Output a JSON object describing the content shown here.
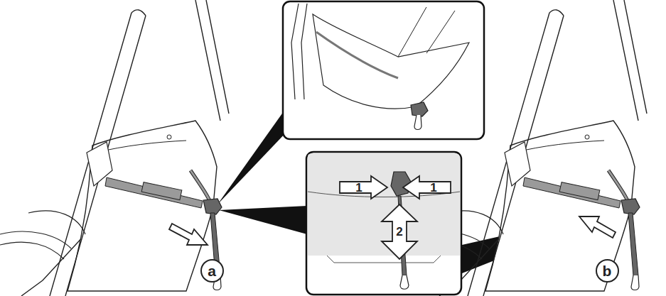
{
  "diagram": {
    "nodes": [
      {
        "text": [
          "a"
        ]
      },
      {
        "text": [
          "b"
        ]
      }
    ],
    "labels": [
      "1",
      "1",
      "2"
    ]
  }
}
